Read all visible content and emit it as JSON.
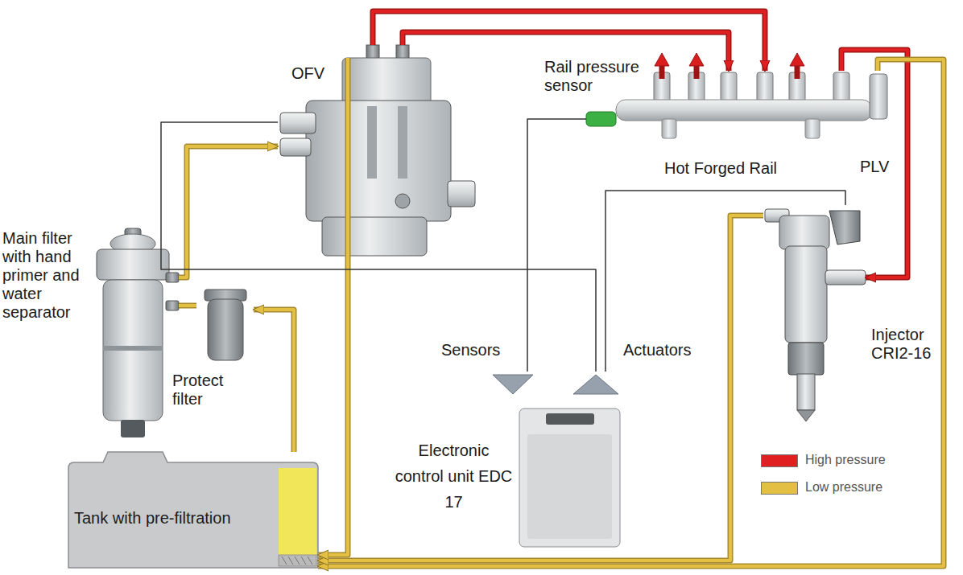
{
  "diagram": {
    "nodes": [
      {
        "text": [
          "Tank with pre-filtration"
        ]
      },
      {
        "text": [
          "Protect filter"
        ]
      },
      {
        "text": [
          "Main filter with hand primer and water separator"
        ]
      },
      {
        "text": [
          "OFV"
        ]
      },
      {
        "text": [
          "Hot Forged Rail"
        ]
      },
      {
        "text": [
          "Rail pressure sensor"
        ]
      },
      {
        "text": [
          "Injector CRI2-16"
        ]
      },
      {
        "text": [
          "Electronic control unit EDC 17"
        ]
      }
    ],
    "edges": [
      {
        "from": 0,
        "to": 1,
        "arrow": "to"
      },
      {
        "from": 1,
        "to": 2,
        "arrow": "none"
      },
      {
        "from": 2,
        "to": 3,
        "arrow": "to"
      },
      {
        "from": 3,
        "to": 4,
        "arrow": "to"
      },
      {
        "from": 3,
        "to": 4,
        "arrow": "to"
      },
      {
        "from": 4,
        "to": 6,
        "arrow": "to"
      },
      {
        "from": 4,
        "to": 0,
        "arrow": "to"
      },
      {
        "from": 6,
        "to": 0,
        "arrow": "to"
      },
      {
        "from": 3,
        "to": 0,
        "arrow": "to"
      },
      {
        "from": 5,
        "to": 7,
        "arrow": "none"
      },
      {
        "from": 7,
        "to": 3,
        "arrow": "none"
      },
      {
        "from": 7,
        "to": 6,
        "arrow": "none"
      }
    ],
    "labels": [
      "PLV",
      "Sensors",
      "Actuators"
    ],
    "legend": [
      {
        "text": "High pressure",
        "color": "#e02020"
      },
      {
        "text": "Low pressure",
        "color": "#e3c043"
      }
    ]
  }
}
